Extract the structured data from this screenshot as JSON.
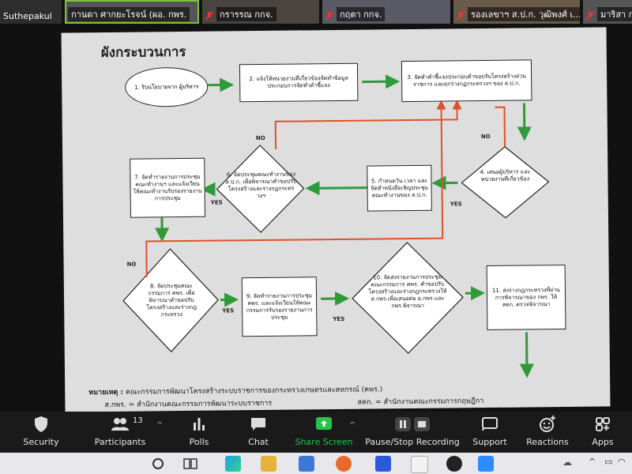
{
  "participants": [
    {
      "name": "Suthepakul",
      "muted": false,
      "highlight": false
    },
    {
      "name": "กานดา ศากยะโรจน์ (ผอ. กพร.",
      "muted": false,
      "highlight": true
    },
    {
      "name": "กรารรณ  กกจ.",
      "muted": true,
      "highlight": false
    },
    {
      "name": "กฤตา กกจ.",
      "muted": true,
      "highlight": false
    },
    {
      "name": "รองเลขาฯ ส.ป.ก. วุฒิพงศ์ เ...",
      "muted": true,
      "highlight": false
    },
    {
      "name": "มาริสา กพ",
      "muted": true,
      "highlight": false
    }
  ],
  "slide": {
    "title": "ผังกระบวนการ",
    "steps": {
      "s1": "1. รับนโยบายจาก ผู้บริหาร",
      "s2": "2. แจ้งให้หน่วยงานที่เกี่ยวข้องจัดทำข้อมูลประกอบการจัดทำคำชี้แจง",
      "s3": "3. จัดทำคำชี้แจงประกอบคำขอปรับโครงสร้างส่วนราชการ และยกร่างกฎกระทรวงฯ ของ ส.ป.ก.",
      "s4": "4. เสนอผู้บริหาร และหน่วยงานที่เกี่ยวข้อง",
      "s5": "5. กำหนดวัน เวลา และจัดทำหนังสือเชิญประชุมคณะทำงานของ ส.ป.ก.",
      "s6": "6. จัดประชุมคณะทำงานของ ส.ป.ก. เพื่อพิจารณาคำขอปรับโครงสร้างและร่างกฎกระทรวงฯ",
      "s7": "7. จัดทำรายงานการประชุมคณะทำงานฯ และแจ้งเวียนให้คณะทำงานรับรองรายงานการประชุม",
      "s8": "8. จัดประชุมคณะกรรมการ คพร. เพื่อพิจารณาคำขอปรับโครงสร้างและร่างกฎกระทรวง",
      "s9": "9. จัดทำรายงานการประชุม คพร. และแจ้งเวียนให้คณะกรรมการรับรองรายงานการประชุม",
      "s10": "10. จัดส่งรายงานการประชุมคณะกรรมการ คพร. คำขอปรับโครงสร้างและร่างกฎกระทรวงให้ ส.กพร.เพื่อเสนอต่อ อ.กพร.และ กพร.พิจารณา",
      "s11": "11. ส่งร่างกฎกระทรวงที่ผ่านการพิจารณาของ กพร. ให้ สคก. ตรวจพิจารณา"
    },
    "labels": {
      "yes": "YES",
      "no": "NO"
    },
    "note_label": "หมายเหตุ :",
    "note1": "คณะกรรมการพัฒนาโครงสร้างระบบราชการของกระทรวงเกษตรและสหกรณ์ (คพร.)",
    "note2": "ส.กพร. = สำนักงานคณะกรรมการพัฒนาระบบราชการ",
    "note3": "สคก. = สำนักงานคณะกรรมการกฤษฎีกา"
  },
  "toolbar": {
    "security": "Security",
    "participants": "Participants",
    "participants_count": "13",
    "polls": "Polls",
    "chat": "Chat",
    "share": "Share Screen",
    "record": "Pause/Stop Recording",
    "support": "Support",
    "reactions": "Reactions",
    "apps": "Apps"
  },
  "colors": {
    "green_arrow": "#2f9a3a",
    "red_arrow": "#e0502a",
    "share_green": "#27c24c"
  }
}
